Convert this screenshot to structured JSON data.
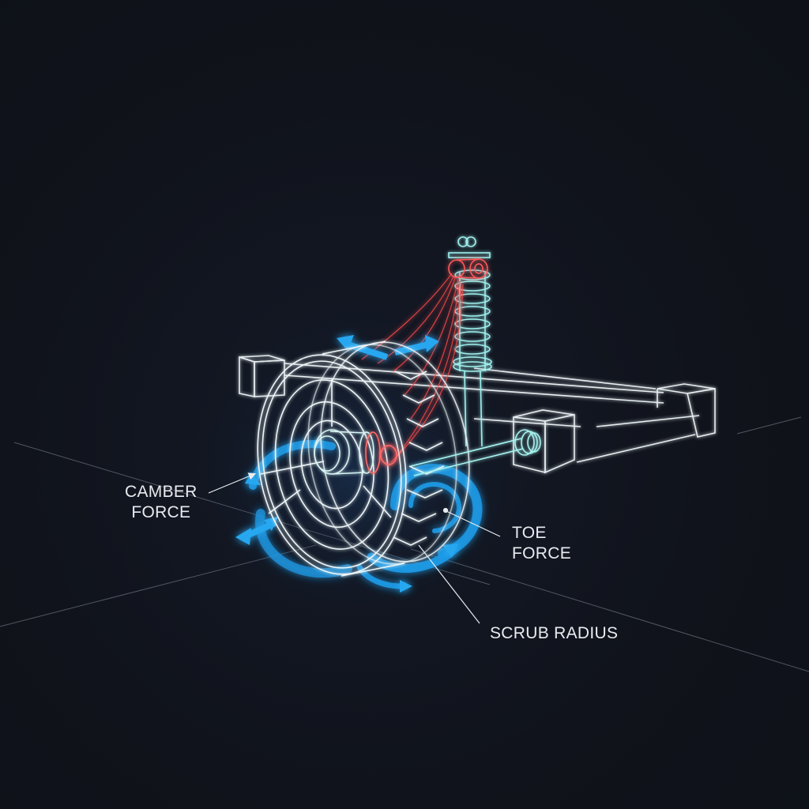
{
  "diagram": {
    "subject": "Front suspension wireframe with wheel, coil-over shock and axle beam",
    "colors": {
      "background": "#11141c",
      "wireframe": "#e6f2f4",
      "wireframe_glow": "#7ee3e6",
      "force_arrows": "#1e9be8",
      "force_lines_red": "#ff4a4a",
      "label_text": "#e8ecf0",
      "ground_lines": "#6b7480"
    },
    "labels": {
      "camber": {
        "line1": "CAMBER",
        "line2": "FORCE"
      },
      "toe": {
        "line1": "TOE",
        "line2": "FORCE"
      },
      "scrub": {
        "text": "SCRUB RADIUS"
      }
    },
    "components": [
      {
        "name": "wheel-tire",
        "style": "white wireframe"
      },
      {
        "name": "hub-spindle",
        "style": "white wireframe"
      },
      {
        "name": "coil-over-shock",
        "style": "cyan wireframe with red top mount"
      },
      {
        "name": "axle-beam",
        "style": "white wireframe box"
      },
      {
        "name": "tie-rod",
        "style": "cyan wireframe"
      },
      {
        "name": "force-arrows",
        "style": "blue glowing curved arrows"
      },
      {
        "name": "load-path-lines",
        "style": "red curves from shock mount to hub"
      }
    ]
  }
}
